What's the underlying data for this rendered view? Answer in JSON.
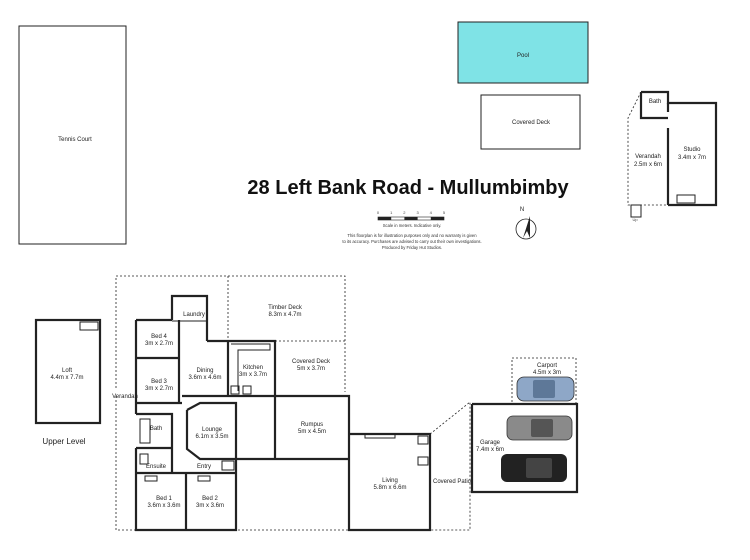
{
  "title": "28 Left Bank Road - Mullumbimby",
  "scale": {
    "ticks": [
      "0",
      "1",
      "2",
      "3",
      "4",
      "5"
    ],
    "caption": "Scale in meters. Indicative only."
  },
  "compass": {
    "label": "N"
  },
  "disclaimer": [
    "This floorplan is for illustration purposes only and no warranty is given",
    "to its accuracy. Purchases are advised to carry out their own investigations.",
    "Produced by Friday Hut Studios."
  ],
  "upper_level_caption": "Upper Level",
  "colors": {
    "pool": "#7fe3e6",
    "wall": "#222222",
    "background": "#ffffff"
  },
  "rooms": {
    "tennis_court": {
      "name": "Tennis Court"
    },
    "pool": {
      "name": "Pool"
    },
    "covered_deck_top": {
      "name": "Covered Deck"
    },
    "bath_studio": {
      "name": "Bath"
    },
    "verandah_studio": {
      "name": "Verandah",
      "size": "2.5m x 6m"
    },
    "studio": {
      "name": "Studio",
      "size": "3.4m x 7m"
    },
    "loft": {
      "name": "Loft",
      "size": "4.4m x 7.7m"
    },
    "laundry": {
      "name": "Laundry"
    },
    "timber_deck": {
      "name": "Timber Deck",
      "size": "8.3m x 4.7m"
    },
    "bed4": {
      "name": "Bed 4",
      "size": "3m x 2.7m"
    },
    "bed3": {
      "name": "Bed 3",
      "size": "3m x 2.7m"
    },
    "dining": {
      "name": "Dining",
      "size": "3.6m x 4.6m"
    },
    "kitchen": {
      "name": "Kitchen",
      "size": "3m x 3.7m"
    },
    "covered_deck": {
      "name": "Covered Deck",
      "size": "5m x 3.7m"
    },
    "verandah_main": {
      "name": "Verandah"
    },
    "bath_main": {
      "name": "Bath"
    },
    "lounge": {
      "name": "Lounge",
      "size": "6.1m x 3.5m"
    },
    "rumpus": {
      "name": "Rumpus",
      "size": "5m x 4.5m"
    },
    "ensuite": {
      "name": "Ensuite"
    },
    "entry": {
      "name": "Entry"
    },
    "bed1": {
      "name": "Bed 1",
      "size": "3.6m x 3.6m"
    },
    "bed2": {
      "name": "Bed 2",
      "size": "3m x 3.6m"
    },
    "living": {
      "name": "Living",
      "size": "5.8m x 6.6m"
    },
    "covered_patio": {
      "name": "Covered Patio"
    },
    "carport": {
      "name": "Carport",
      "size": "4.5m x 3m"
    },
    "garage": {
      "name": "Garage",
      "size": "7.4m x 6m"
    }
  }
}
